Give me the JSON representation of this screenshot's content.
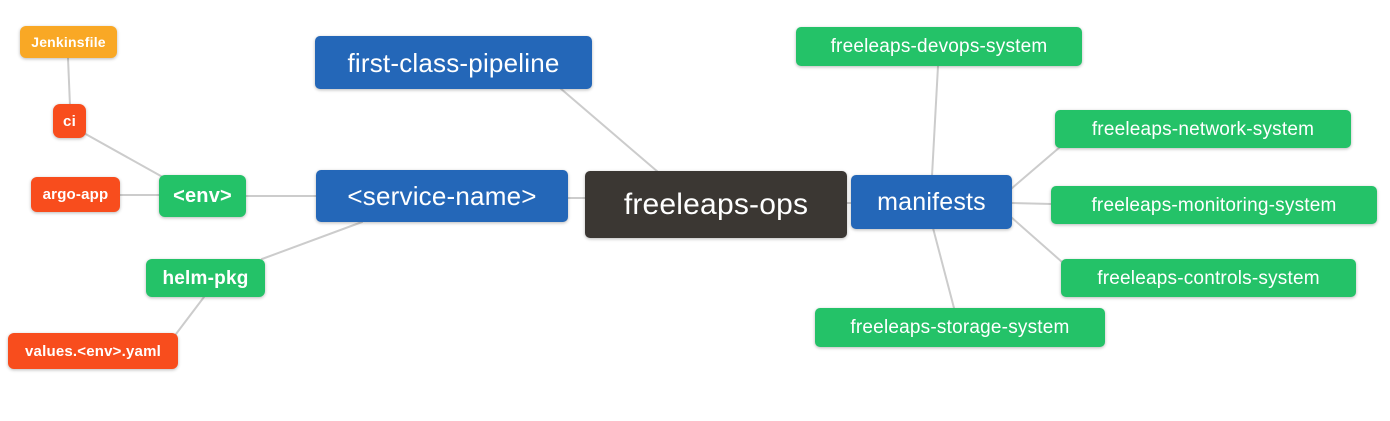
{
  "diagram": {
    "title": "freeleaps-ops repository mind map",
    "colors": {
      "blue": "#2467b8",
      "green": "#24c268",
      "orange": "#f9a825",
      "red": "#f84d1d",
      "dark": "#3b3733",
      "edge": "#cccccc",
      "text": "#ffffff"
    },
    "nodes": [
      {
        "id": "jenkinsfile",
        "label": "Jenkinsfile",
        "color_role": "orange"
      },
      {
        "id": "ci",
        "label": "ci",
        "color_role": "red"
      },
      {
        "id": "argo-app",
        "label": "argo-app",
        "color_role": "red"
      },
      {
        "id": "env",
        "label": "<env>",
        "color_role": "green"
      },
      {
        "id": "helm-pkg",
        "label": "helm-pkg",
        "color_role": "green"
      },
      {
        "id": "values-env-yaml",
        "label": "values.<env>.yaml",
        "color_role": "red"
      },
      {
        "id": "first-class-pipeline",
        "label": "first-class-pipeline",
        "color_role": "blue"
      },
      {
        "id": "service-name",
        "label": "<service-name>",
        "color_role": "blue"
      },
      {
        "id": "freeleaps-ops",
        "label": "freeleaps-ops",
        "color_role": "dark"
      },
      {
        "id": "manifests",
        "label": "manifests",
        "color_role": "blue"
      },
      {
        "id": "devops-system",
        "label": "freeleaps-devops-system",
        "color_role": "green"
      },
      {
        "id": "network-system",
        "label": "freeleaps-network-system",
        "color_role": "green"
      },
      {
        "id": "monitoring-system",
        "label": "freeleaps-monitoring-system",
        "color_role": "green"
      },
      {
        "id": "controls-system",
        "label": "freeleaps-controls-system",
        "color_role": "green"
      },
      {
        "id": "storage-system",
        "label": "freeleaps-storage-system",
        "color_role": "green"
      }
    ],
    "edges": [
      {
        "from": "jenkinsfile",
        "to": "ci"
      },
      {
        "from": "ci",
        "to": "env"
      },
      {
        "from": "argo-app",
        "to": "env"
      },
      {
        "from": "env",
        "to": "service-name"
      },
      {
        "from": "helm-pkg",
        "to": "service-name"
      },
      {
        "from": "values-env-yaml",
        "to": "helm-pkg"
      },
      {
        "from": "first-class-pipeline",
        "to": "freeleaps-ops"
      },
      {
        "from": "service-name",
        "to": "freeleaps-ops"
      },
      {
        "from": "freeleaps-ops",
        "to": "manifests"
      },
      {
        "from": "manifests",
        "to": "devops-system"
      },
      {
        "from": "manifests",
        "to": "network-system"
      },
      {
        "from": "manifests",
        "to": "monitoring-system"
      },
      {
        "from": "manifests",
        "to": "controls-system"
      },
      {
        "from": "manifests",
        "to": "storage-system"
      }
    ]
  }
}
